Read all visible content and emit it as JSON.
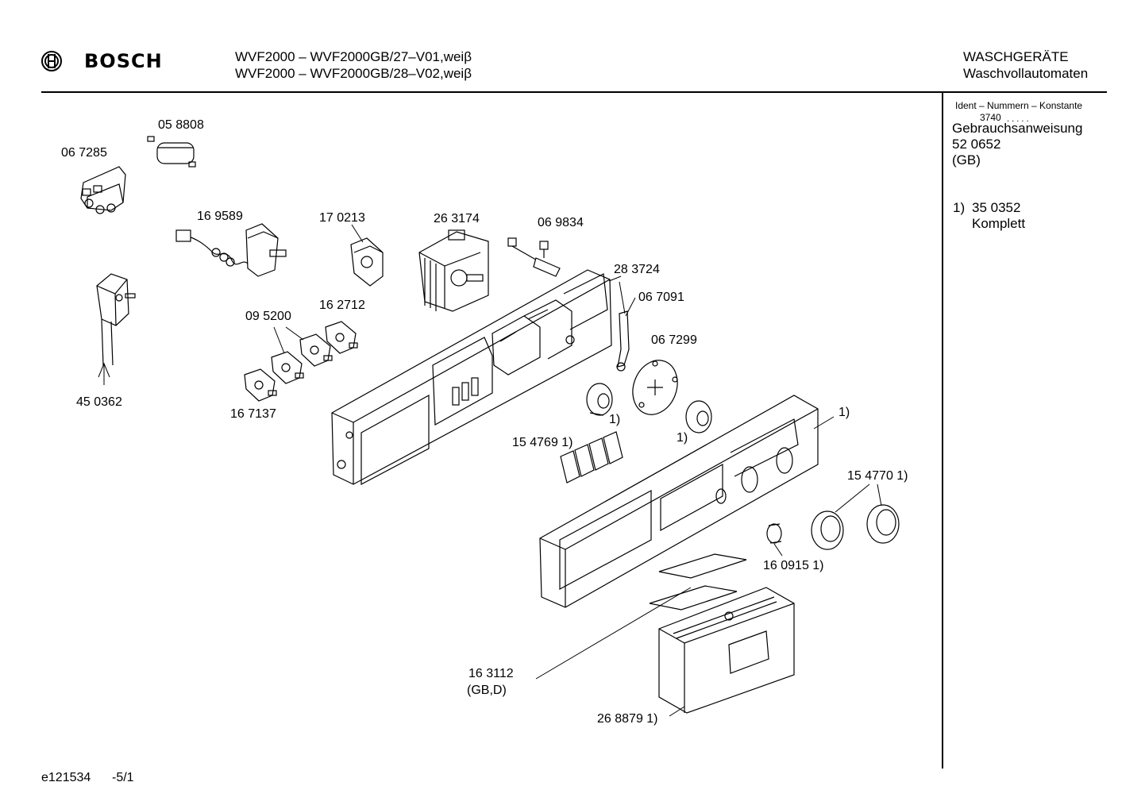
{
  "header": {
    "brand": "BOSCH",
    "model_line_1": "WVF2000 – WVF2000GB/27–V01,weiβ",
    "model_line_2": "WVF2000 – WVF2000GB/28–V02,weiβ",
    "category": "WASCHGERÄTE",
    "subcategory": "Waschvollautomaten"
  },
  "sidebar": {
    "ident_label": "Ident – Nummern – Konstante",
    "ident_value": "3740",
    "manual_label": "Gebrauchsanweisung",
    "manual_number": "52 0652",
    "manual_lang": "(GB)",
    "note_marker": "1)",
    "note_number": "35 0352",
    "note_text": "Komplett"
  },
  "parts": [
    {
      "id": "p1",
      "label": "05 8808"
    },
    {
      "id": "p2",
      "label": "06 7285"
    },
    {
      "id": "p3",
      "label": "16 9589"
    },
    {
      "id": "p4",
      "label": "17 0213"
    },
    {
      "id": "p5",
      "label": "26 3174"
    },
    {
      "id": "p6",
      "label": "06 9834"
    },
    {
      "id": "p7",
      "label": "28 3724"
    },
    {
      "id": "p8",
      "label": "06 7091"
    },
    {
      "id": "p9",
      "label": "16 2712"
    },
    {
      "id": "p10",
      "label": "09 5200"
    },
    {
      "id": "p11",
      "label": "06 7299"
    },
    {
      "id": "p12",
      "label": "45 0362"
    },
    {
      "id": "p13",
      "label": "16 7137"
    },
    {
      "id": "p14",
      "label": "1)"
    },
    {
      "id": "p15",
      "label": "1)"
    },
    {
      "id": "p16",
      "label": "1)"
    },
    {
      "id": "p17",
      "label": "15 4769 1)"
    },
    {
      "id": "p18",
      "label": "15 4770 1)"
    },
    {
      "id": "p19",
      "label": "16 0915 1)"
    },
    {
      "id": "p20",
      "label": "16 3112"
    },
    {
      "id": "p21",
      "label": "(GB,D)"
    },
    {
      "id": "p22",
      "label": "26 8879 1)"
    }
  ],
  "footer": {
    "code": "e121534",
    "page": "-5/1"
  }
}
